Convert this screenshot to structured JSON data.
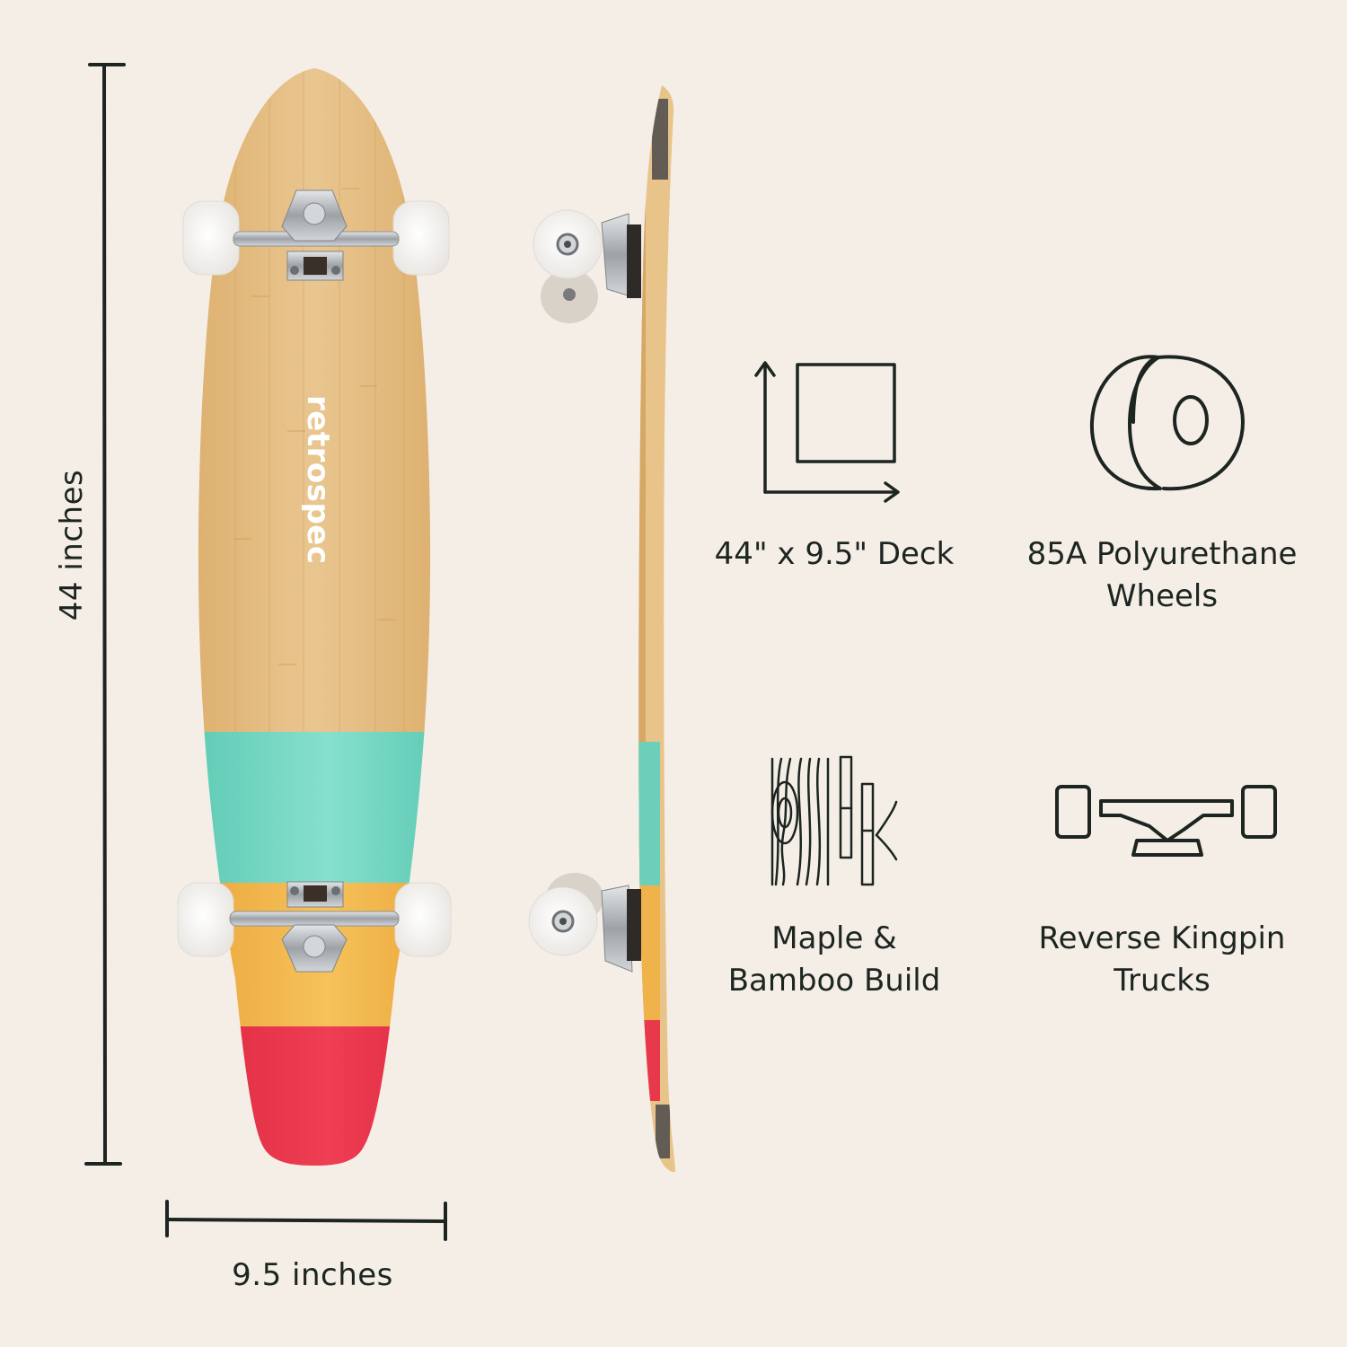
{
  "dimensions": {
    "length_label": "44 inches",
    "width_label": "9.5 inches"
  },
  "deck": {
    "brand_text": "retrospec"
  },
  "features": [
    {
      "icon": "deck-size-icon",
      "lines": [
        "44\" x 9.5\" Deck"
      ]
    },
    {
      "icon": "wheel-icon",
      "lines": [
        "85A Polyurethane",
        "Wheels"
      ]
    },
    {
      "icon": "wood-bamboo-icon",
      "lines": [
        "Maple &",
        "Bamboo Build"
      ]
    },
    {
      "icon": "truck-icon",
      "lines": [
        "Reverse Kingpin",
        "Trucks"
      ]
    }
  ],
  "colors": {
    "background": "#f5eee7",
    "ink": "#1c2520",
    "bamboo": "#e3bd82",
    "teal": "#7fd9c6",
    "orange": "#f0b54a",
    "red": "#e8344a",
    "wheel": "#ffffff",
    "truck": "#b9bcbf"
  }
}
